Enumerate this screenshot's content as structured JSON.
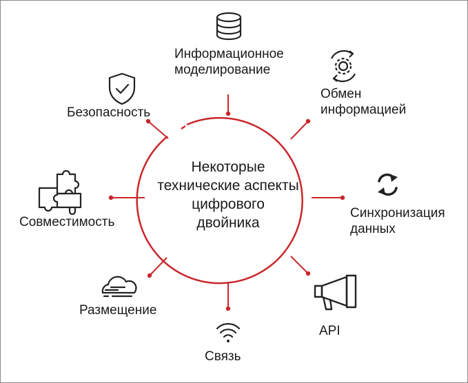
{
  "center": {
    "title": "Некоторые\nтехнические аспекты\nцифрового\nдвойника"
  },
  "aspects": [
    {
      "id": "modeling",
      "label": "Информационное\nмоделирование",
      "icon": "database-icon"
    },
    {
      "id": "exchange",
      "label": "Обмен\nинформацией",
      "icon": "gear-cycle-icon"
    },
    {
      "id": "sync",
      "label": "Синхронизация\nданных",
      "icon": "sync-arrows-icon"
    },
    {
      "id": "api",
      "label": "API",
      "icon": "megaphone-icon"
    },
    {
      "id": "connection",
      "label": "Связь",
      "icon": "wifi-icon"
    },
    {
      "id": "hosting",
      "label": "Размещение",
      "icon": "cloud-icon"
    },
    {
      "id": "compat",
      "label": "Совместимость",
      "icon": "puzzle-icon"
    },
    {
      "id": "security",
      "label": "Безопасность",
      "icon": "shield-check-icon"
    }
  ],
  "colors": {
    "accent": "#c8262b",
    "text": "#1a1a1a",
    "icon": "#222222",
    "border": "#8a8a8a"
  }
}
